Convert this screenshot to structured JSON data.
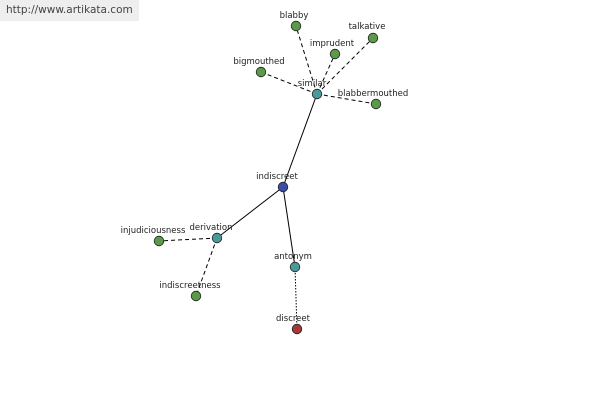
{
  "watermark": "http://www.artikata.com",
  "colors": {
    "root": "#3a4ea8",
    "relation": "#4a9a9a",
    "word": "#5a9a4a",
    "antonym_word": "#a33a3a"
  },
  "graph": {
    "nodes": [
      {
        "id": "indiscreet",
        "label": "indiscreet",
        "kind": "root"
      },
      {
        "id": "similar",
        "label": "similar",
        "kind": "relation"
      },
      {
        "id": "derivation",
        "label": "derivation",
        "kind": "relation"
      },
      {
        "id": "antonym",
        "label": "antonym",
        "kind": "relation"
      },
      {
        "id": "blabby",
        "label": "blabby",
        "kind": "word"
      },
      {
        "id": "talkative",
        "label": "talkative",
        "kind": "word"
      },
      {
        "id": "imprudent",
        "label": "imprudent",
        "kind": "word"
      },
      {
        "id": "bigmouthed",
        "label": "bigmouthed",
        "kind": "word"
      },
      {
        "id": "blabbermouthed",
        "label": "blabbermouthed",
        "kind": "word"
      },
      {
        "id": "injudiciousness",
        "label": "injudiciousness",
        "kind": "word"
      },
      {
        "id": "indiscreetness",
        "label": "indiscreetness",
        "kind": "word"
      },
      {
        "id": "discreet",
        "label": "discreet",
        "kind": "antonym_word"
      }
    ],
    "edges": [
      {
        "from": "indiscreet",
        "to": "similar",
        "style": "solid"
      },
      {
        "from": "indiscreet",
        "to": "derivation",
        "style": "solid"
      },
      {
        "from": "indiscreet",
        "to": "antonym",
        "style": "solid"
      },
      {
        "from": "similar",
        "to": "blabby",
        "style": "dashed"
      },
      {
        "from": "similar",
        "to": "talkative",
        "style": "dashed"
      },
      {
        "from": "similar",
        "to": "imprudent",
        "style": "dashed"
      },
      {
        "from": "similar",
        "to": "bigmouthed",
        "style": "dashed"
      },
      {
        "from": "similar",
        "to": "blabbermouthed",
        "style": "dashed"
      },
      {
        "from": "derivation",
        "to": "injudiciousness",
        "style": "dashed"
      },
      {
        "from": "derivation",
        "to": "indiscreetness",
        "style": "dashed"
      },
      {
        "from": "antonym",
        "to": "discreet",
        "style": "dotted"
      }
    ]
  }
}
